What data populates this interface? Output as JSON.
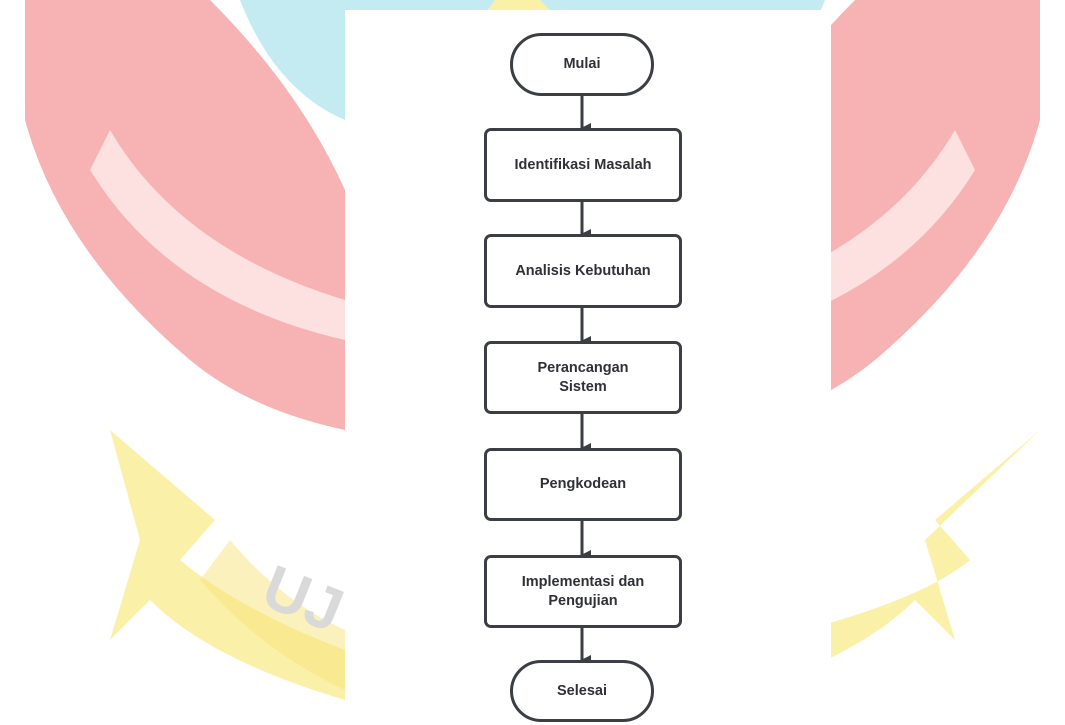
{
  "watermark": {
    "text": "UJ",
    "colors": {
      "red": "#f7b3b4",
      "yellow": "#fbf0a8",
      "blue": "#c4eaf2"
    }
  },
  "flowchart": {
    "start": "Mulai",
    "steps": [
      "Identifikasi Masalah",
      "Analisis Kebutuhan",
      "Perancangan\nSistem",
      "Pengkodean",
      "Implementasi dan\nPengujian"
    ],
    "end": "Selesai"
  },
  "colors": {
    "stroke": "#3b3e44",
    "text": "#2f3137",
    "panel": "#ffffff"
  }
}
